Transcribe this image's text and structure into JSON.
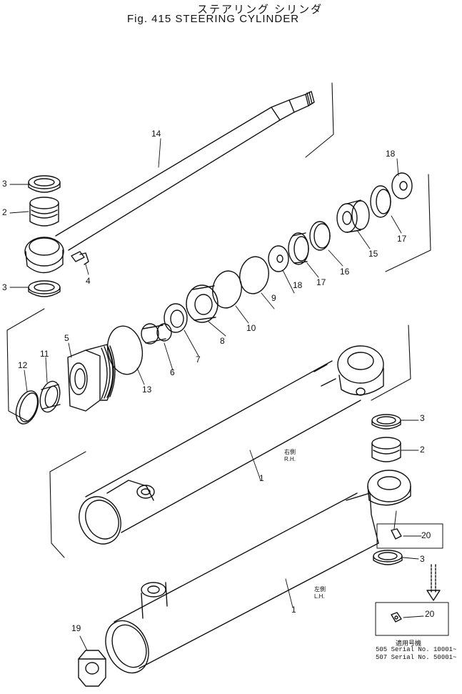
{
  "title_jp": "ステアリング シリンダ",
  "title_en": "Fig. 415  STEERING  CYLINDER",
  "callouts": [
    "14",
    "18",
    "3",
    "2",
    "3",
    "4",
    "5",
    "11",
    "12",
    "13",
    "6",
    "7",
    "8",
    "10",
    "9",
    "18",
    "17",
    "16",
    "15",
    "17",
    "1",
    "1",
    "3",
    "2",
    "20",
    "3",
    "20",
    "19"
  ],
  "side_rh": {
    "jp": "右側",
    "en": "R.H."
  },
  "side_lh": {
    "jp": "左側",
    "en": "L.H."
  },
  "applicable_title": "適用号機",
  "serial_505": "505 Serial No. 10001~",
  "serial_507": "507 Serial No. 50001~"
}
